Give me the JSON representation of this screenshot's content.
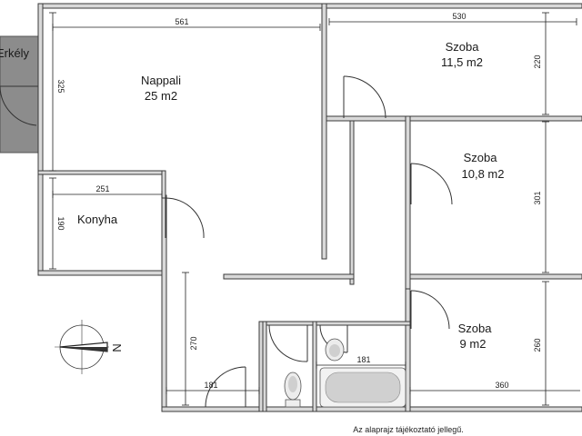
{
  "rooms": {
    "erkely": "Erkély",
    "nappali": {
      "name": "Nappali",
      "area": "25 m2"
    },
    "szoba1": {
      "name": "Szoba",
      "area": "11,5 m2"
    },
    "szoba2": {
      "name": "Szoba",
      "area": "10,8 m2"
    },
    "szoba3": {
      "name": "Szoba",
      "area": "9 m2"
    },
    "konyha": "Konyha"
  },
  "dimensions": {
    "nappali_width": "561",
    "nappali_height": "325",
    "szoba1_width": "530",
    "szoba1_height": "220",
    "szoba2_height": "301",
    "konyha_width": "251",
    "konyha_height": "190",
    "hall_height": "270",
    "hall_width": "181",
    "bath_width": "181",
    "szoba3_height": "260",
    "szoba3_width": "360"
  },
  "compass": {
    "label": "N"
  },
  "footnote": "Az alaprajz tájékoztató jellegű.",
  "colors": {
    "wall": "#3a3a3a",
    "wall_fill": "#d9d9d9",
    "balcony": "#8c8c8c",
    "dim_line": "#222222"
  }
}
